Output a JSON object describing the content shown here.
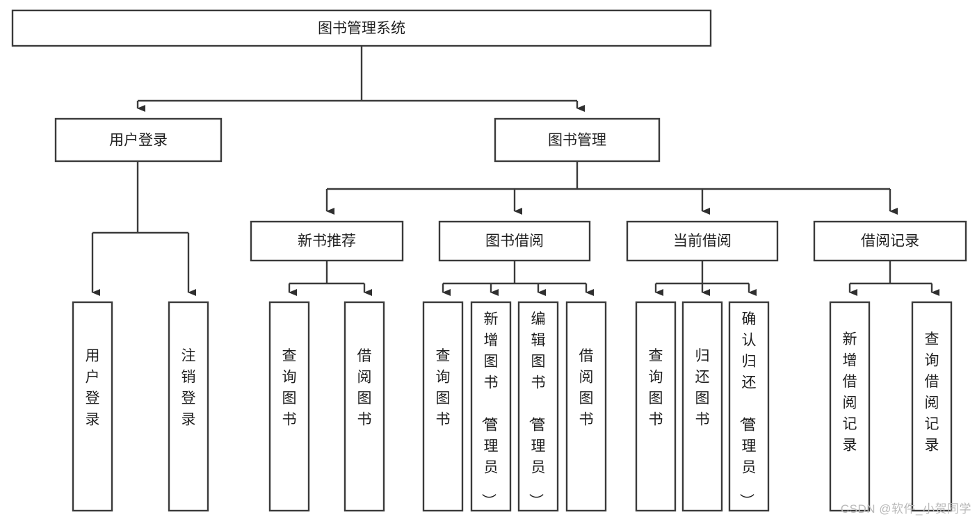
{
  "diagram": {
    "title": "图书管理系统",
    "watermark": "CSDN @软件_小贺同学",
    "type": "tree",
    "orientation": "top-down",
    "colors": {
      "background": "#ffffff",
      "box_fill": "#ffffff",
      "box_stroke": "#3a3a3a",
      "connector": "#3a3a3a",
      "text": "#1f1f1f",
      "watermark": "#b9b9b9"
    },
    "nodes": {
      "root": {
        "label": "图书管理系统",
        "level": 0,
        "orientation": "horizontal"
      },
      "l1": [
        {
          "id": "user-login",
          "label": "用户登录",
          "level": 1,
          "orientation": "horizontal"
        },
        {
          "id": "book-manage",
          "label": "图书管理",
          "level": 1,
          "orientation": "horizontal"
        }
      ],
      "l2": [
        {
          "id": "new-book-rec",
          "label": "新书推荐",
          "level": 2,
          "orientation": "horizontal",
          "parent": "book-manage"
        },
        {
          "id": "book-borrow",
          "label": "图书借阅",
          "level": 2,
          "orientation": "horizontal",
          "parent": "book-manage"
        },
        {
          "id": "current-borrow",
          "label": "当前借阅",
          "level": 2,
          "orientation": "horizontal",
          "parent": "book-manage"
        },
        {
          "id": "borrow-record",
          "label": "借阅记录",
          "level": 2,
          "orientation": "horizontal",
          "parent": "book-manage"
        }
      ],
      "leaves": [
        {
          "id": "leaf-user-login",
          "label": "用户登录",
          "parent": "user-login",
          "orientation": "vertical"
        },
        {
          "id": "leaf-logout-login",
          "label": "注销登录",
          "parent": "user-login",
          "orientation": "vertical"
        },
        {
          "id": "leaf-query-book-1",
          "label": "查询图书",
          "parent": "new-book-rec",
          "orientation": "vertical"
        },
        {
          "id": "leaf-borrow-book-1",
          "label": "借阅图书",
          "parent": "new-book-rec",
          "orientation": "vertical"
        },
        {
          "id": "leaf-query-book-2",
          "label": "查询图书",
          "parent": "book-borrow",
          "orientation": "vertical"
        },
        {
          "id": "leaf-add-book-admin",
          "label": "新增图书（管理员）",
          "parent": "book-borrow",
          "orientation": "vertical"
        },
        {
          "id": "leaf-edit-book-admin",
          "label": "编辑图书（管理员）",
          "parent": "book-borrow",
          "orientation": "vertical"
        },
        {
          "id": "leaf-borrow-book-2",
          "label": "借阅图书",
          "parent": "book-borrow",
          "orientation": "vertical"
        },
        {
          "id": "leaf-query-book-3",
          "label": "查询图书",
          "parent": "current-borrow",
          "orientation": "vertical"
        },
        {
          "id": "leaf-return-book",
          "label": "归还图书",
          "parent": "current-borrow",
          "orientation": "vertical"
        },
        {
          "id": "leaf-confirm-return-admin",
          "label": "确认归还（管理员）",
          "parent": "current-borrow",
          "orientation": "vertical"
        },
        {
          "id": "leaf-add-borrow-record",
          "label": "新增借阅记录",
          "parent": "borrow-record",
          "orientation": "vertical"
        },
        {
          "id": "leaf-query-borrow-record",
          "label": "查询借阅记录",
          "parent": "borrow-record",
          "orientation": "vertical"
        }
      ]
    }
  }
}
